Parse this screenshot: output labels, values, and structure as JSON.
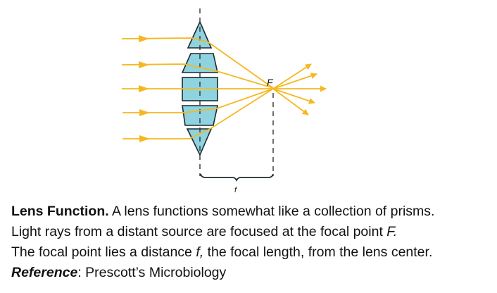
{
  "diagram": {
    "title": "Lens Function",
    "labels": {
      "focal_point": "F",
      "focal_length": "f"
    },
    "colors": {
      "ray": "#F5B820",
      "prism_fill": "#8ED3DF",
      "prism_stroke": "#1e2a30",
      "axis": "#333333"
    },
    "prisms": [
      {
        "name": "top-triangle",
        "shape": "triangle"
      },
      {
        "name": "upper-trapezoid",
        "shape": "trapezoid"
      },
      {
        "name": "center-rectangle",
        "shape": "rectangle"
      },
      {
        "name": "lower-trapezoid",
        "shape": "trapezoid"
      },
      {
        "name": "bottom-triangle",
        "shape": "triangle"
      }
    ],
    "incoming_rays": 5,
    "outgoing_rays": 5
  },
  "caption": {
    "line1_bold": "Lens Function.",
    "line1_rest": " A lens functions somewhat like a collection of prisms.",
    "line2_text": "Light rays from a distant source are focused at the focal point ",
    "line2_italic": "F.",
    "line3_text_a": "The focal point lies a distance ",
    "line3_italic": "f,",
    "line3_text_b": " the focal length, from the lens center.",
    "line4_bold_italic": "Reference",
    "line4_rest": ": Prescott’s Microbiology"
  }
}
